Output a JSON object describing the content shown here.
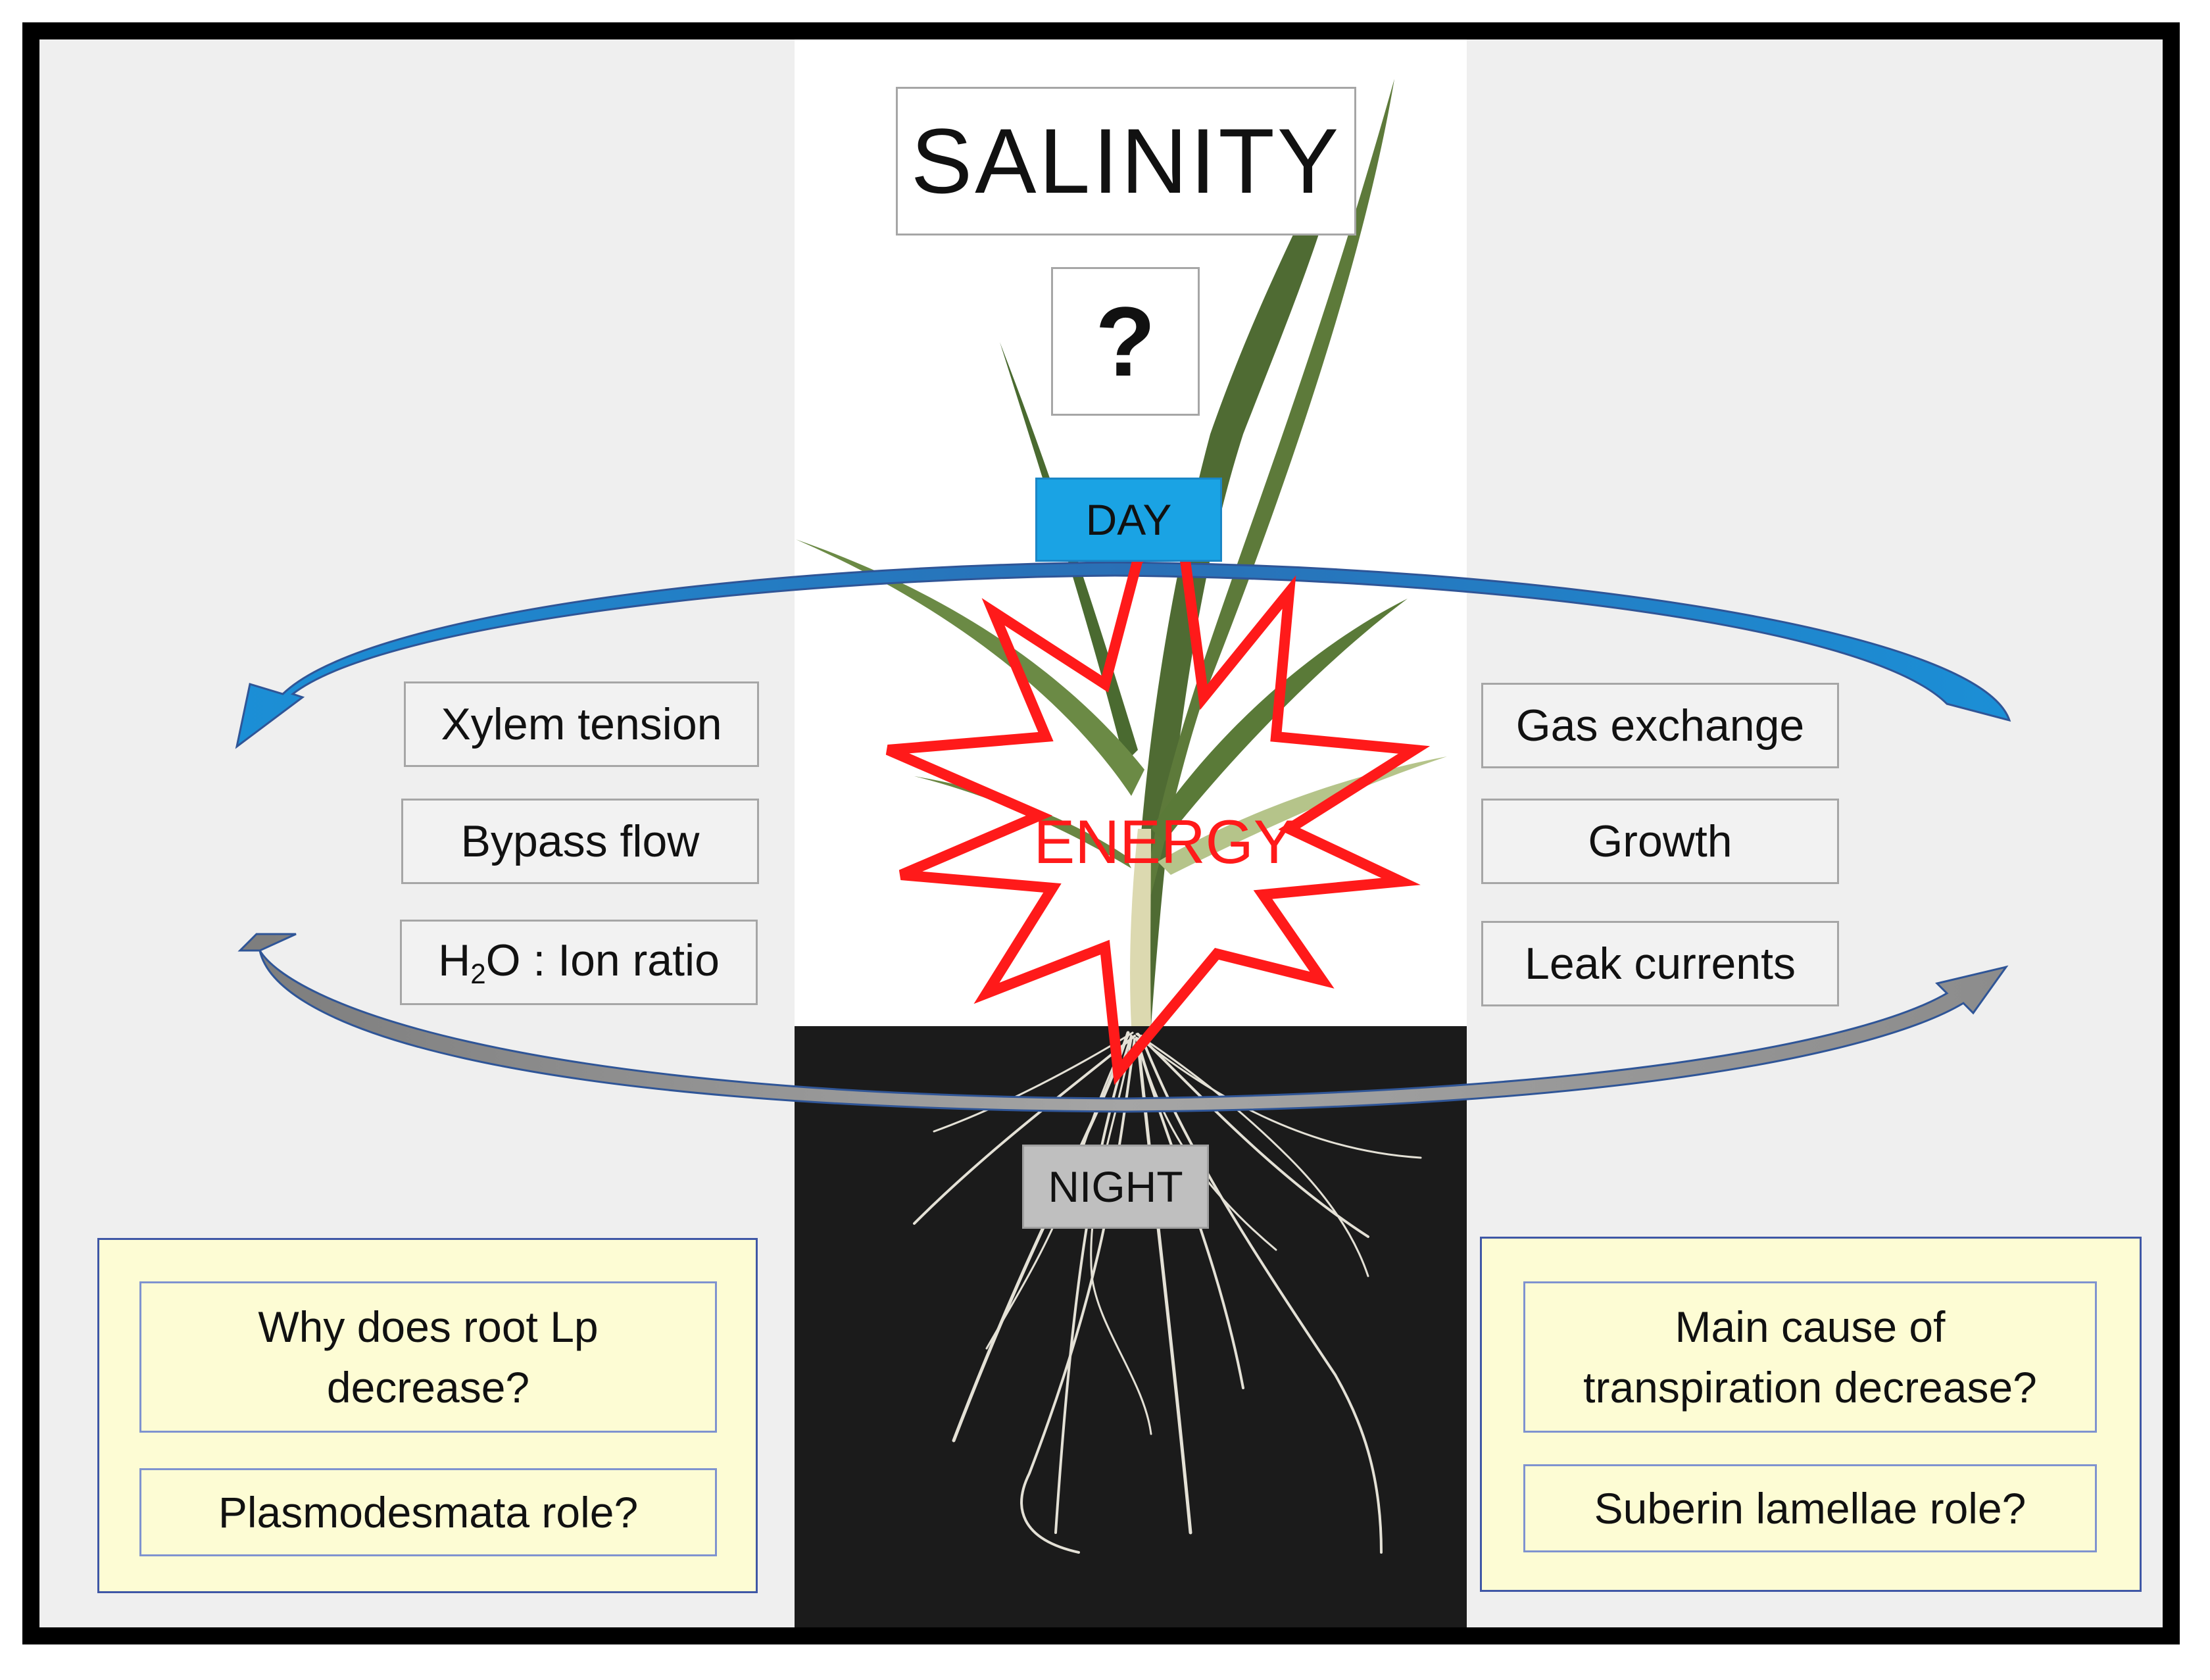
{
  "title": "SALINITY",
  "question_mark": "?",
  "day_label": "DAY",
  "night_label": "NIGHT",
  "energy_label": "ENERGY",
  "left_factors": [
    "Xylem tension",
    "Bypass flow"
  ],
  "water_ion_ratio": {
    "h": "H",
    "sub": "2",
    "rest": "O : Ion ratio"
  },
  "right_factors": [
    "Gas exchange",
    "Growth",
    "Leak currents"
  ],
  "left_questions": [
    "Why does root Lp\ndecrease?",
    "Plasmodesmata role?"
  ],
  "right_questions": [
    "Main cause of\ntranspiration decrease?",
    "Suberin lamellae role?"
  ],
  "colors": {
    "day": "#1aa3e4",
    "night": "#bfbfbf",
    "energy": "#ff1a1a",
    "cycle_top_arrow": "#1b8fd6",
    "cycle_bottom_arrow": "#8c8c8c",
    "cycle_outline": "#2f5597",
    "soil_background": "#1b1b1b",
    "question_box_fill": "#fdfcd4"
  },
  "icons": [
    "wheat-seedling-shoot-icon",
    "wheat-seedling-roots-icon",
    "energy-starburst-icon",
    "day-night-cycle-arrow-icon"
  ]
}
